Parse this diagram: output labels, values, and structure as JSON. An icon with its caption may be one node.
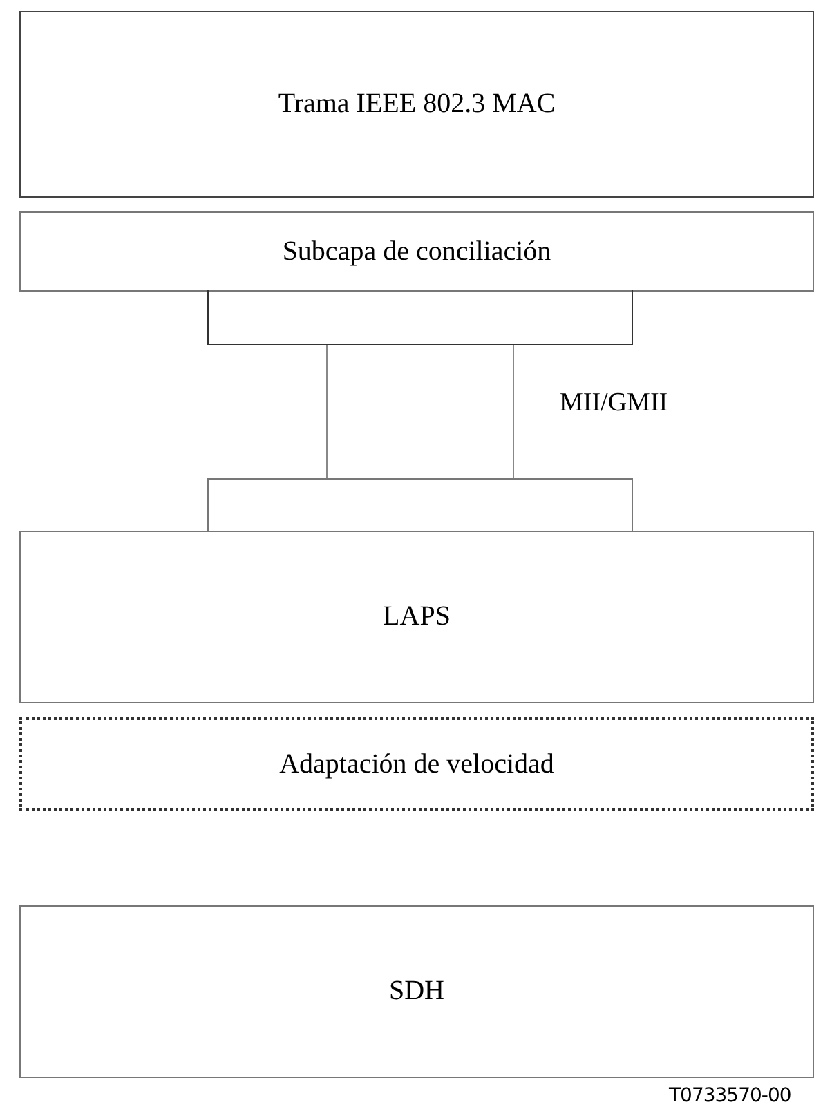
{
  "diagram": {
    "nodes": [
      {
        "text": [
          "Trama IEEE 802.3 MAC"
        ]
      },
      {
        "text": [
          "Subcapa de conciliación"
        ]
      },
      {
        "text": [],
        "shape": "box"
      },
      {
        "text": [],
        "shape": "box"
      },
      {
        "text": [],
        "shape": "box"
      },
      {
        "text": [
          "LAPS"
        ]
      },
      {
        "text": [
          "Adaptación de velocidad"
        ]
      },
      {
        "text": [
          "SDH"
        ]
      }
    ],
    "edges": [],
    "labels": [
      "MII/GMII",
      "T0733570-00"
    ]
  }
}
